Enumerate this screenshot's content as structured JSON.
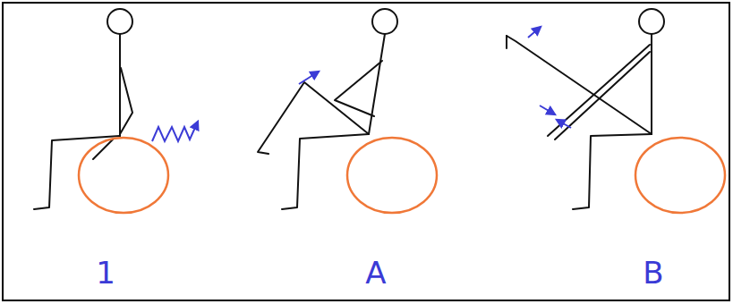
{
  "diagram": {
    "labels": [
      "1",
      "A",
      "B"
    ]
  }
}
